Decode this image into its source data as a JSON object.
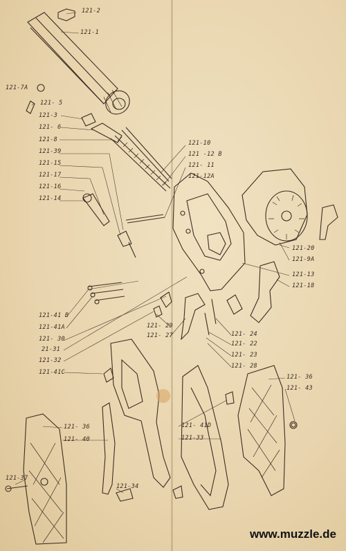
{
  "labels": {
    "l121_2": "121-2",
    "l121_1": "121-1",
    "l121_7a": "121-7A",
    "l121_5": "121- 5",
    "l121_3": "121-3",
    "l121_6": "121- 6",
    "l121_8": "121-8",
    "l121_39": "121-39",
    "l121_15": "121-15",
    "l121_17": "121-17",
    "l121_16": "121-16",
    "l121_14": "121-14",
    "l121_10": "121-10",
    "l121_12b": "121 -12 B",
    "l121_11": "121- 11",
    "l121_12a": "121-12A",
    "l121_20": "121-20",
    "l121_9a": "121-9A",
    "l121_13": "121-13",
    "l121_18": "121-18",
    "l121_41b": "121-41 B",
    "l121_41a": "121-41A",
    "l121_30": "121- 30",
    "l21_31": "21-31",
    "l121_32": "121-32",
    "l121_41c": "121-41C",
    "l121_29": "121- 29",
    "l121_27": "121- 27",
    "l121_24": "121- 24",
    "l121_22": "121- 22",
    "l121_23": "121- 23",
    "l121_28": "121- 28",
    "l121_36r": "121- 36",
    "l121_43": "121- 43",
    "l121_36l": "121- 36",
    "l121_40": "121- 40",
    "l121_41d": "121- 41D",
    "l121_33": "121-33",
    "l121_37": "121-37",
    "l121_34": "121-34"
  },
  "watermark": "www.muzzle.de"
}
